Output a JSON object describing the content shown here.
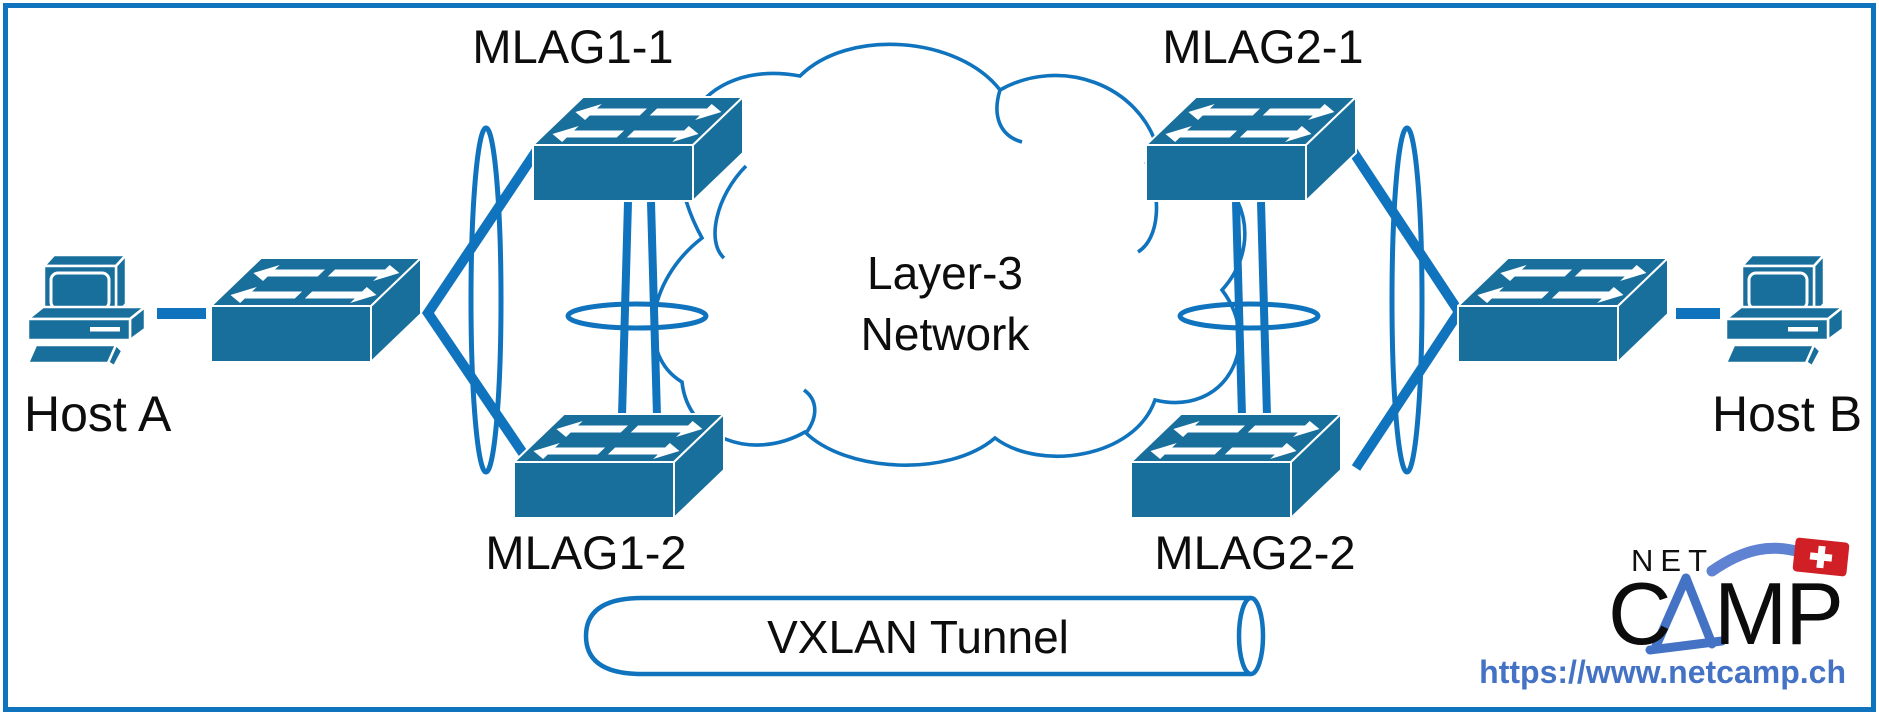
{
  "diagram": {
    "hosts": {
      "host_a": "Host A",
      "host_b": "Host B"
    },
    "switch_labels": {
      "mlag1_1": "MLAG1-1",
      "mlag1_2": "MLAG1-2",
      "mlag2_1": "MLAG2-1",
      "mlag2_2": "MLAG2-2"
    },
    "cloud": {
      "line1": "Layer-3",
      "line2": "Network"
    },
    "tunnel": {
      "label": "VXLAN Tunnel"
    },
    "icons": [
      "pc-icon",
      "switch-icon",
      "cloud-icon",
      "cylinder-tunnel-icon",
      "lag-ellipse-icon",
      "peer-link-icon",
      "link-dash-icon"
    ],
    "colors": {
      "line-blue": "#1073bd",
      "shape-teal": "#196f9c",
      "text-black": "#0d0d0d",
      "logo-blue": "#4472c4",
      "swoosh-blue": "#5f82d2",
      "flag-red": "#d02026"
    }
  },
  "logo": {
    "net": "NET",
    "camp_c": "C",
    "camp_mp": "MP",
    "url": "https://www.netcamp.ch"
  }
}
